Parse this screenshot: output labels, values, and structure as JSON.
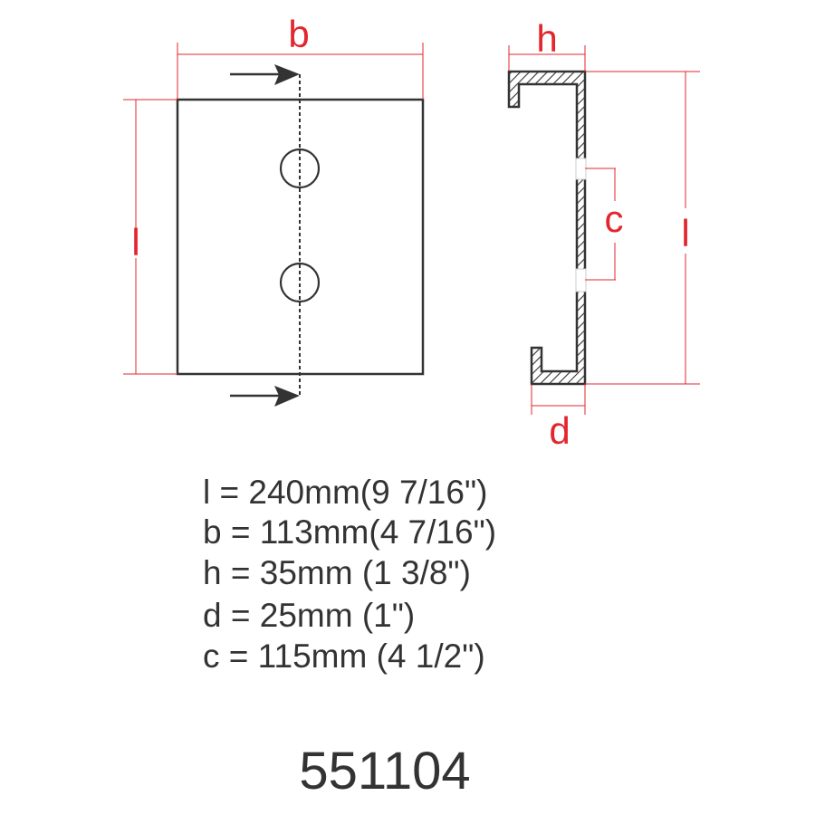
{
  "labels": {
    "b": "b",
    "l_left": "l",
    "h": "h",
    "c": "c",
    "l_right": "l",
    "d": "d"
  },
  "specs": [
    "l = 240mm(9 7/16\")",
    "b = 113mm(4 7/16\")",
    "h = 35mm (1 3/8\")",
    "d = 25mm (1\")",
    "c = 115mm (4 1/2\")"
  ],
  "part_number": "551104",
  "colors": {
    "dimension": "#e3262e",
    "outline": "#333333"
  }
}
